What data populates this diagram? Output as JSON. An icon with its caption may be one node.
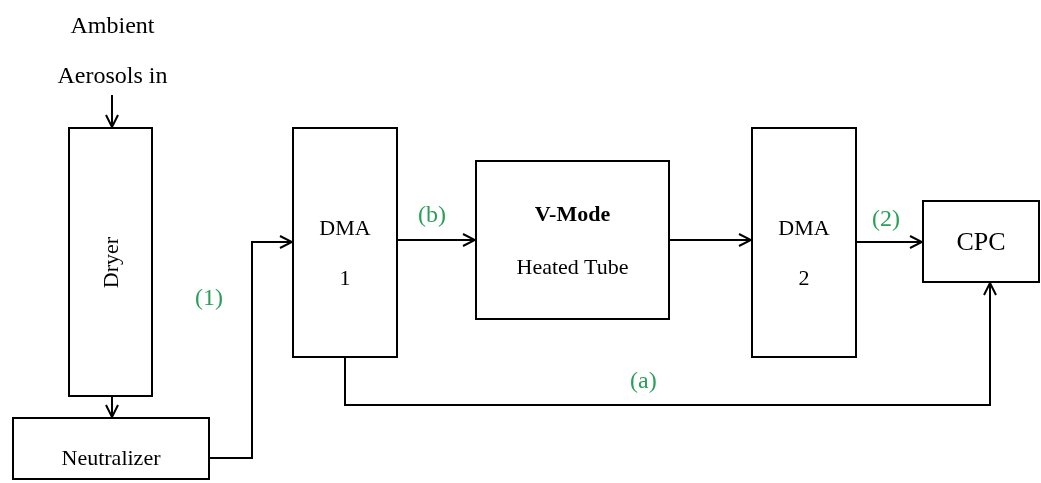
{
  "diagram": {
    "nodes": [
      {
        "text": [
          "Ambient Aerosols in"
        ]
      },
      {
        "text": [
          "Dryer"
        ]
      },
      {
        "text": [
          "Neutralizer"
        ]
      },
      {
        "text": [
          "DMA 1"
        ]
      },
      {
        "text": [
          "V-Mode",
          "Heated Tube"
        ]
      },
      {
        "text": [
          "DMA 2"
        ]
      },
      {
        "text": [
          "CPC"
        ]
      }
    ],
    "edges": [
      {
        "from": 0,
        "to": 1,
        "arrow": "to"
      },
      {
        "from": 1,
        "to": 2,
        "arrow": "to"
      },
      {
        "from": 2,
        "to": 3,
        "arrow": "to",
        "label": "(1)"
      },
      {
        "from": 3,
        "to": 4,
        "arrow": "to",
        "label": "(b)"
      },
      {
        "from": 4,
        "to": 5,
        "arrow": "to"
      },
      {
        "from": 5,
        "to": 6,
        "arrow": "to",
        "label": "(2)"
      },
      {
        "from": 3,
        "to": 6,
        "arrow": "to",
        "label": "(a)"
      }
    ]
  }
}
